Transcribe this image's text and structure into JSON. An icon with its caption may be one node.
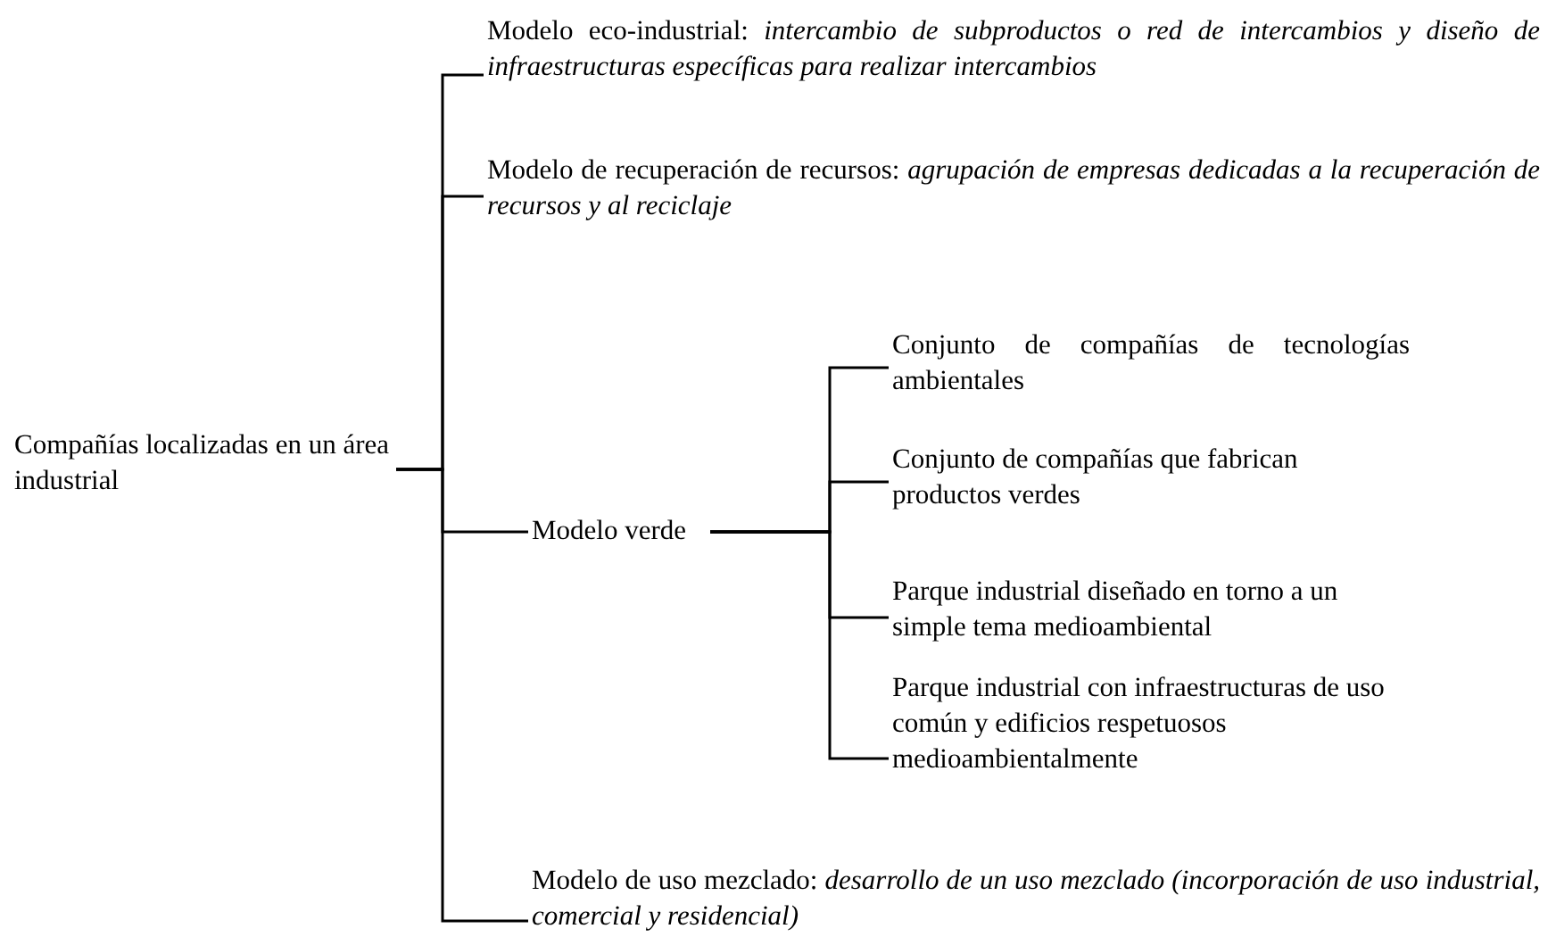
{
  "diagram": {
    "nodes": [
      {
        "text": [
          "Compañías localizadas en un área industrial"
        ]
      },
      {
        "text": [
          "Modelo eco-industrial: *intercambio de subproductos o red de intercambios y diseño de infraestructuras específicas para realizar intercambios*"
        ]
      },
      {
        "text": [
          "Modelo de recuperación de recursos: *agrupación de empresas dedicadas a la recuperación de recursos y al reciclaje*"
        ]
      },
      {
        "text": [
          "Modelo verde"
        ]
      },
      {
        "text": [
          "Conjunto de compañías de tecnologías ambientales"
        ]
      },
      {
        "text": [
          "Conjunto de compañías que fabrican productos verdes"
        ]
      },
      {
        "text": [
          "Parque industrial diseñado en torno a un simple tema medioambiental"
        ]
      },
      {
        "text": [
          "Parque industrial con infraestructuras de uso común y edificios respetuosos medioambientalmente"
        ]
      },
      {
        "text": [
          "Modelo de uso mezclado: *desarrollo de un uso mezclado (incorporación de uso industrial, comercial y residencial)*"
        ]
      }
    ],
    "edges": [
      {
        "from": 0,
        "to": 1,
        "arrow": "none"
      },
      {
        "from": 0,
        "to": 2,
        "arrow": "none"
      },
      {
        "from": 0,
        "to": 3,
        "arrow": "none"
      },
      {
        "from": 0,
        "to": 8,
        "arrow": "none"
      },
      {
        "from": 3,
        "to": 4,
        "arrow": "none"
      },
      {
        "from": 3,
        "to": 5,
        "arrow": "none"
      },
      {
        "from": 3,
        "to": 6,
        "arrow": "none"
      },
      {
        "from": 3,
        "to": 7,
        "arrow": "none"
      }
    ]
  }
}
